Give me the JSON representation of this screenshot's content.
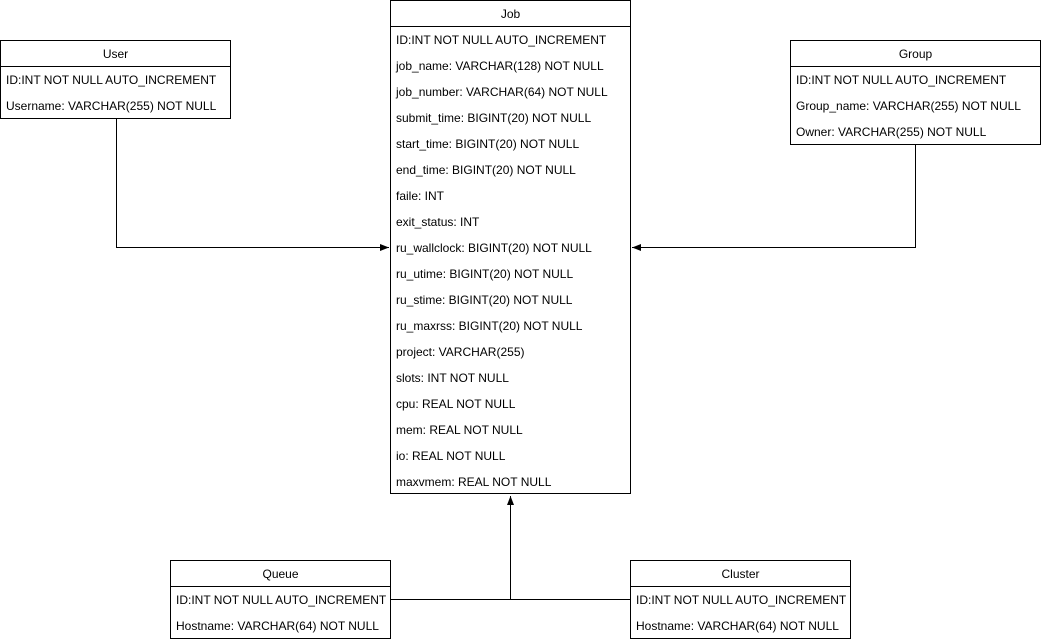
{
  "entities": {
    "job": {
      "title": "Job",
      "fields": [
        "ID:INT NOT NULL AUTO_INCREMENT",
        "job_name: VARCHAR(128) NOT NULL",
        "job_number: VARCHAR(64) NOT NULL",
        "submit_time: BIGINT(20) NOT NULL",
        "start_time: BIGINT(20) NOT NULL",
        "end_time: BIGINT(20) NOT NULL",
        "faile: INT",
        "exit_status: INT",
        "ru_wallclock: BIGINT(20) NOT NULL",
        "ru_utime: BIGINT(20) NOT NULL",
        "ru_stime: BIGINT(20) NOT NULL",
        "ru_maxrss: BIGINT(20) NOT NULL",
        "project: VARCHAR(255)",
        "slots: INT NOT NULL",
        "cpu: REAL NOT NULL",
        "mem: REAL NOT NULL",
        "io: REAL NOT NULL",
        "maxvmem: REAL NOT NULL"
      ]
    },
    "user": {
      "title": "User",
      "fields": [
        "ID:INT NOT NULL AUTO_INCREMENT",
        "Username: VARCHAR(255) NOT NULL"
      ]
    },
    "group": {
      "title": "Group",
      "fields": [
        "ID:INT NOT NULL AUTO_INCREMENT",
        "Group_name: VARCHAR(255) NOT NULL",
        "Owner: VARCHAR(255) NOT NULL"
      ]
    },
    "queue": {
      "title": "Queue",
      "fields": [
        "ID:INT NOT NULL AUTO_INCREMENT",
        "Hostname: VARCHAR(64) NOT NULL"
      ]
    },
    "cluster": {
      "title": "Cluster",
      "fields": [
        "ID:INT NOT NULL AUTO_INCREMENT",
        "Hostname: VARCHAR(64) NOT NULL"
      ]
    }
  },
  "colors": {
    "line": "#000000",
    "background": "#ffffff",
    "text": "#000000"
  }
}
